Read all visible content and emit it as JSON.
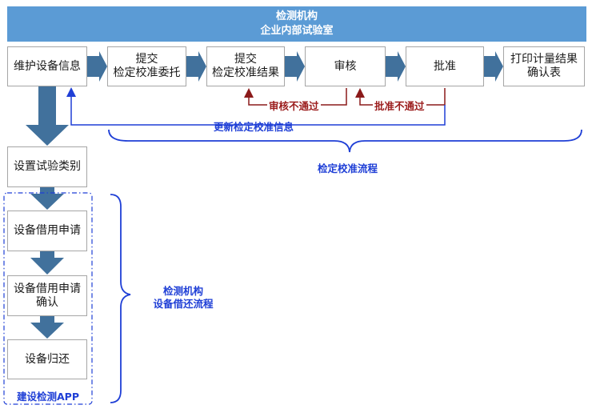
{
  "header": {
    "line1": "检测机构",
    "line2": "企业内部试验室"
  },
  "top_flow": [
    {
      "id": "maintain",
      "lines": [
        "维护设备信息"
      ]
    },
    {
      "id": "submit-request",
      "lines": [
        "提交",
        "检定校准委托"
      ]
    },
    {
      "id": "submit-result",
      "lines": [
        "提交",
        "检定校准结果"
      ]
    },
    {
      "id": "review",
      "lines": [
        "审核"
      ]
    },
    {
      "id": "approve",
      "lines": [
        "批准"
      ]
    },
    {
      "id": "print",
      "lines": [
        "打印计量结果",
        "确认表"
      ]
    }
  ],
  "left_flow": [
    {
      "id": "set-category",
      "lines": [
        "设置试验类别"
      ]
    },
    {
      "id": "borrow-apply",
      "lines": [
        "设备借用申请"
      ]
    },
    {
      "id": "borrow-confirm",
      "lines": [
        "设备借用申请",
        "确认"
      ]
    },
    {
      "id": "return",
      "lines": [
        "设备归还"
      ]
    }
  ],
  "labels": {
    "review_fail": "审核不通过",
    "approve_fail": "批准不通过",
    "update_info": "更新检定校准信息",
    "calibration_flow": "检定校准流程",
    "borrow_flow_line1": "检测机构",
    "borrow_flow_line2": "设备借还流程",
    "app": "建设检测APP"
  },
  "colors": {
    "header": "#5b9bd5",
    "arrow": "#41719c",
    "feedback": "#8b1a1a",
    "bracket": "#1f3fd6"
  }
}
